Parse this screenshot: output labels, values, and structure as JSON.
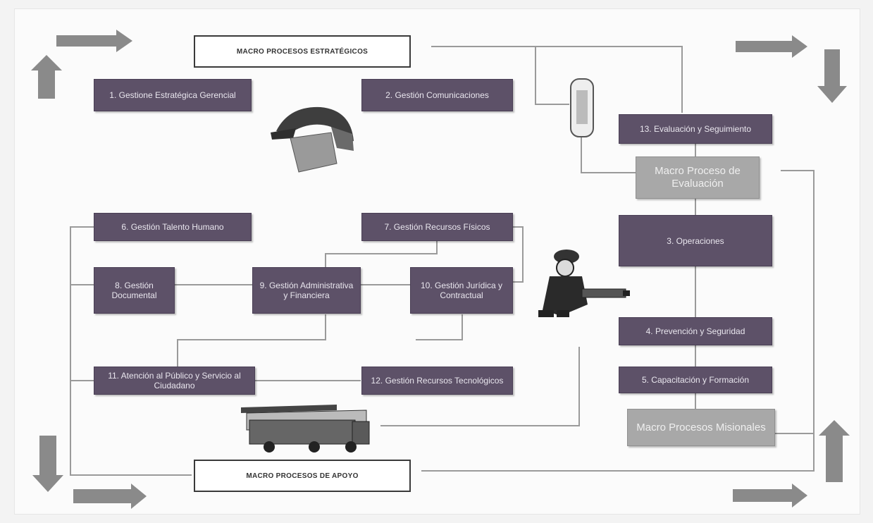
{
  "header_strategic": "MACRO PROCESOS ESTRATÉGICOS",
  "header_support": "MACRO PROCESOS DE APOYO",
  "processes": {
    "p1": "1. Gestione Estratégica Gerencial",
    "p2": "2. Gestión Comunicaciones",
    "p13": "13. Evaluación y Seguimiento",
    "macro_eval": "Macro Proceso de Evaluación",
    "p3": "3. Operaciones",
    "p4": "4. Prevención y Seguridad",
    "p5": "5. Capacitación y Formación",
    "macro_mis": "Macro Procesos Misionales",
    "p6": "6. Gestión Talento Humano",
    "p7": "7. Gestión Recursos Físicos",
    "p8": "8. Gestión Documental",
    "p9": "9. Gestión Administrativa y Financiera",
    "p10": "10. Gestión Jurídica y Contractual",
    "p11": "11. Atención al Público y Servicio al Ciudadano",
    "p12": "12. Gestión Recursos Tecnológicos"
  },
  "colors": {
    "process_box": "#5d5168",
    "macro_box": "#a8a8a8",
    "arrow": "#8a8a8a",
    "connector": "#9a9a9a"
  },
  "icons": [
    "firefighter-helmet-icon",
    "fire-extinguisher-icon",
    "firefighter-with-hose-icon",
    "fire-truck-icon"
  ]
}
